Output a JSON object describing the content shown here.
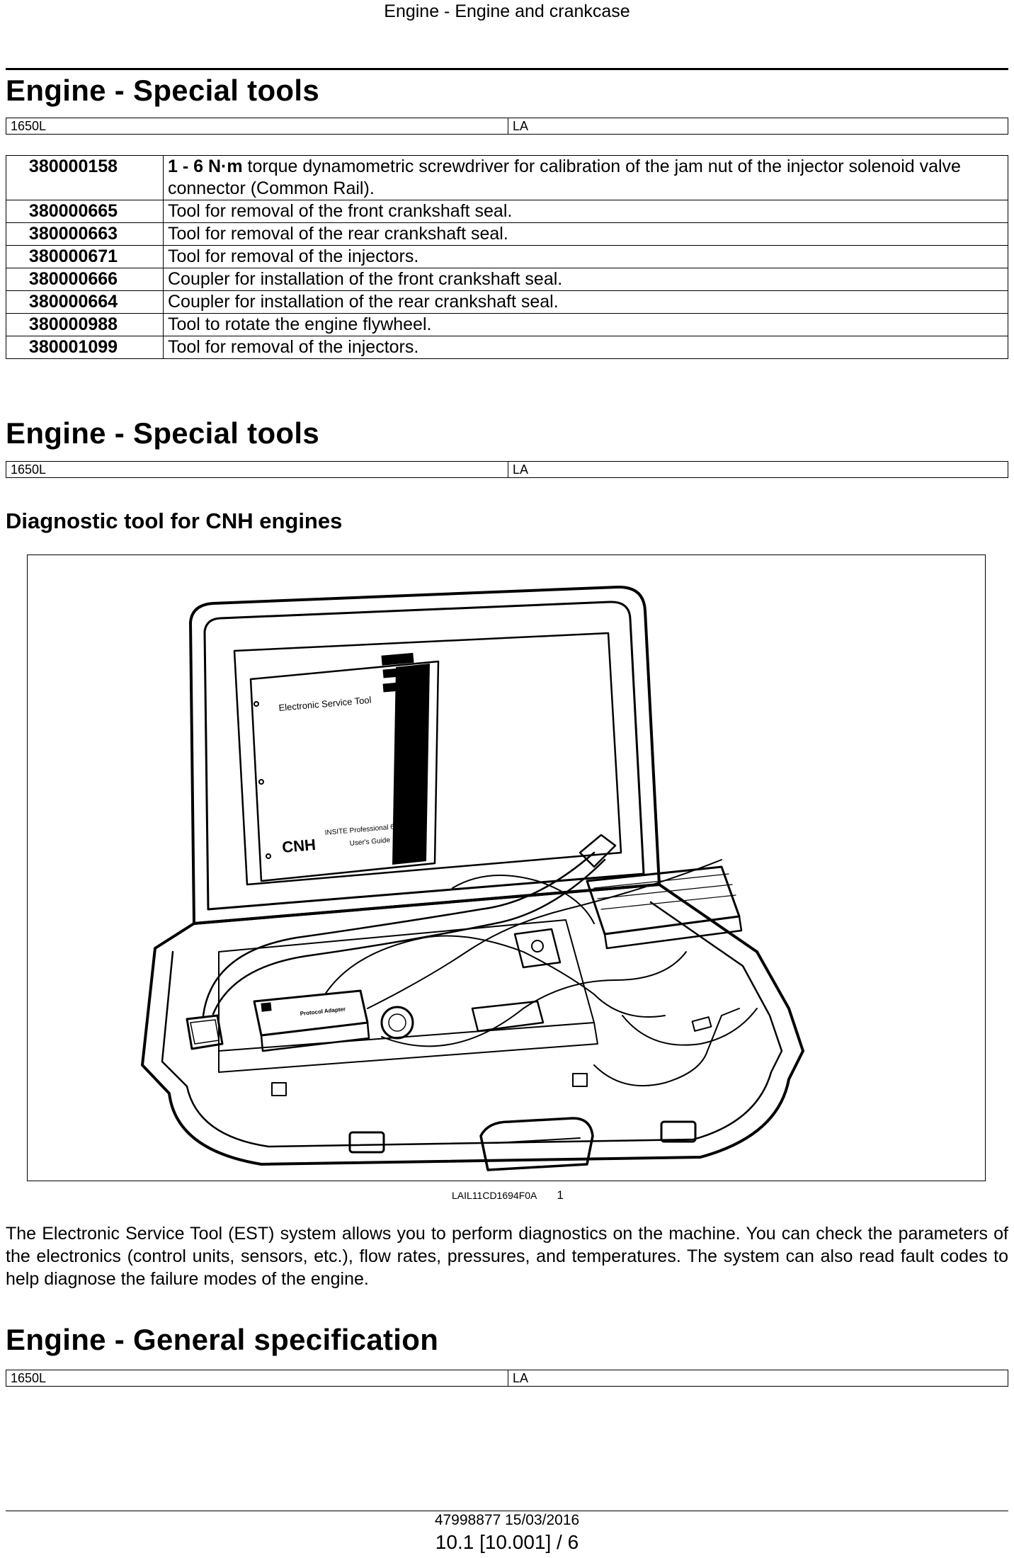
{
  "running_header": "Engine - Engine and crankcase",
  "sections": [
    {
      "title": "Engine - Special tools",
      "model": "1650L",
      "region": "LA"
    },
    {
      "title": "Engine - Special tools",
      "model": "1650L",
      "region": "LA",
      "subtitle": "Diagnostic tool for CNH engines"
    },
    {
      "title": "Engine - General specification",
      "model": "1650L",
      "region": "LA"
    }
  ],
  "tools_table": [
    {
      "code": "380000158",
      "bold_prefix": "1 - 6 N·m",
      "desc": " torque dynamometric screwdriver for calibration of the jam nut of the injector solenoid valve connector (Common Rail)."
    },
    {
      "code": "380000665",
      "bold_prefix": "",
      "desc": "Tool for removal of the front crankshaft seal."
    },
    {
      "code": "380000663",
      "bold_prefix": "",
      "desc": "Tool for removal of the rear crankshaft seal."
    },
    {
      "code": "380000671",
      "bold_prefix": "",
      "desc": "Tool for removal of the injectors."
    },
    {
      "code": "380000666",
      "bold_prefix": "",
      "desc": "Coupler for installation of the front crankshaft seal."
    },
    {
      "code": "380000664",
      "bold_prefix": "",
      "desc": "Coupler for installation of the rear crankshaft seal."
    },
    {
      "code": "380000988",
      "bold_prefix": "",
      "desc": "Tool to rotate the engine flywheel."
    },
    {
      "code": "380001099",
      "bold_prefix": "",
      "desc": "Tool for removal of the injectors."
    }
  ],
  "figure": {
    "manual_title": "Electronic Service Tool",
    "manual_subtitle_1": "INSITE Professional 6.3",
    "manual_subtitle_2": "User's Guide",
    "logo": "CNH",
    "adapter_label": "Protocol Adapter",
    "caption_code": "LAIL11CD1694F0A",
    "caption_number": "1"
  },
  "body_text": "The Electronic Service Tool (EST) system allows you to perform diagnostics on the machine.  You can check the parameters of the electronics (control units, sensors, etc.), flow rates, pressures, and temperatures. The system can also read fault codes to help diagnose the failure modes of the engine.",
  "footer": {
    "doc_id": "47998877 15/03/2016",
    "page_ref": "10.1 [10.001] / 6"
  }
}
